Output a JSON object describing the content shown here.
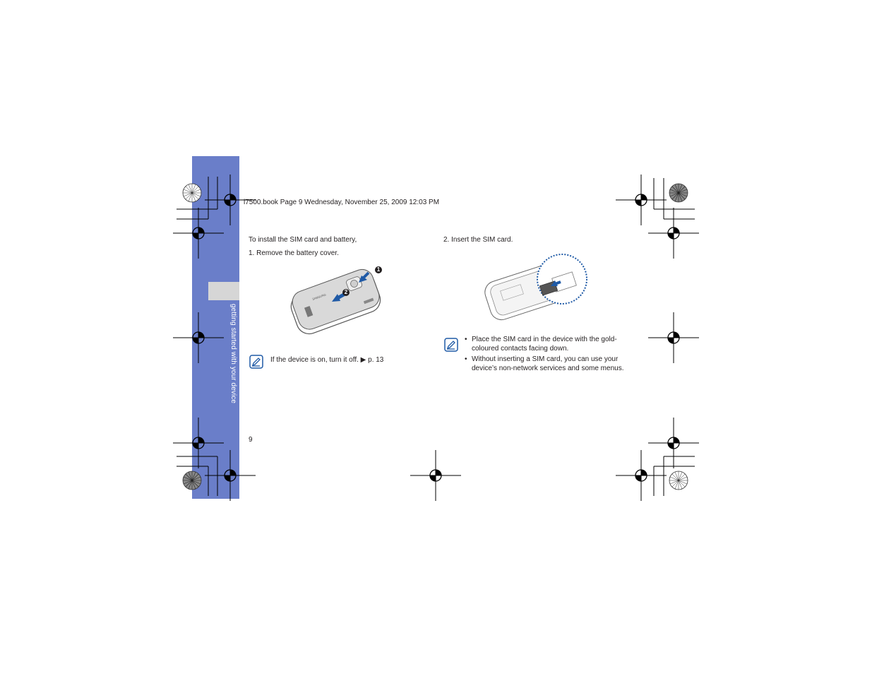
{
  "header": {
    "book_line": "i7500.book  Page 9  Wednesday, November 25, 2009  12:03 PM"
  },
  "sidebar": {
    "section_label": "getting started with your device"
  },
  "left_column": {
    "intro": "To install the SIM card and battery,",
    "step1": "1.    Remove the battery cover.",
    "callout1": "1",
    "callout2": "2",
    "note": "If the device is on, turn it off. ▶ p. 13"
  },
  "right_column": {
    "step2": "2.    Insert the SIM card.",
    "bullets": [
      {
        "marker": "•",
        "text_line1": "Place the SIM card in the device with the gold-",
        "text_line2": "coloured contacts facing down."
      },
      {
        "marker": "•",
        "text_line1": "Without inserting a SIM card, you can use your",
        "text_line2": "device’s non-network services and some menus."
      }
    ]
  },
  "footer": {
    "page_number": "9"
  },
  "icons": {
    "note": "note-pencil-icon",
    "registration": "registration-mark-icon",
    "starburst": "color-starburst-icon"
  },
  "colors": {
    "sidebar": "#6a7ec9",
    "sidebar_tab": "#d6d6d6",
    "arrow_blue": "#1f5aa6"
  }
}
